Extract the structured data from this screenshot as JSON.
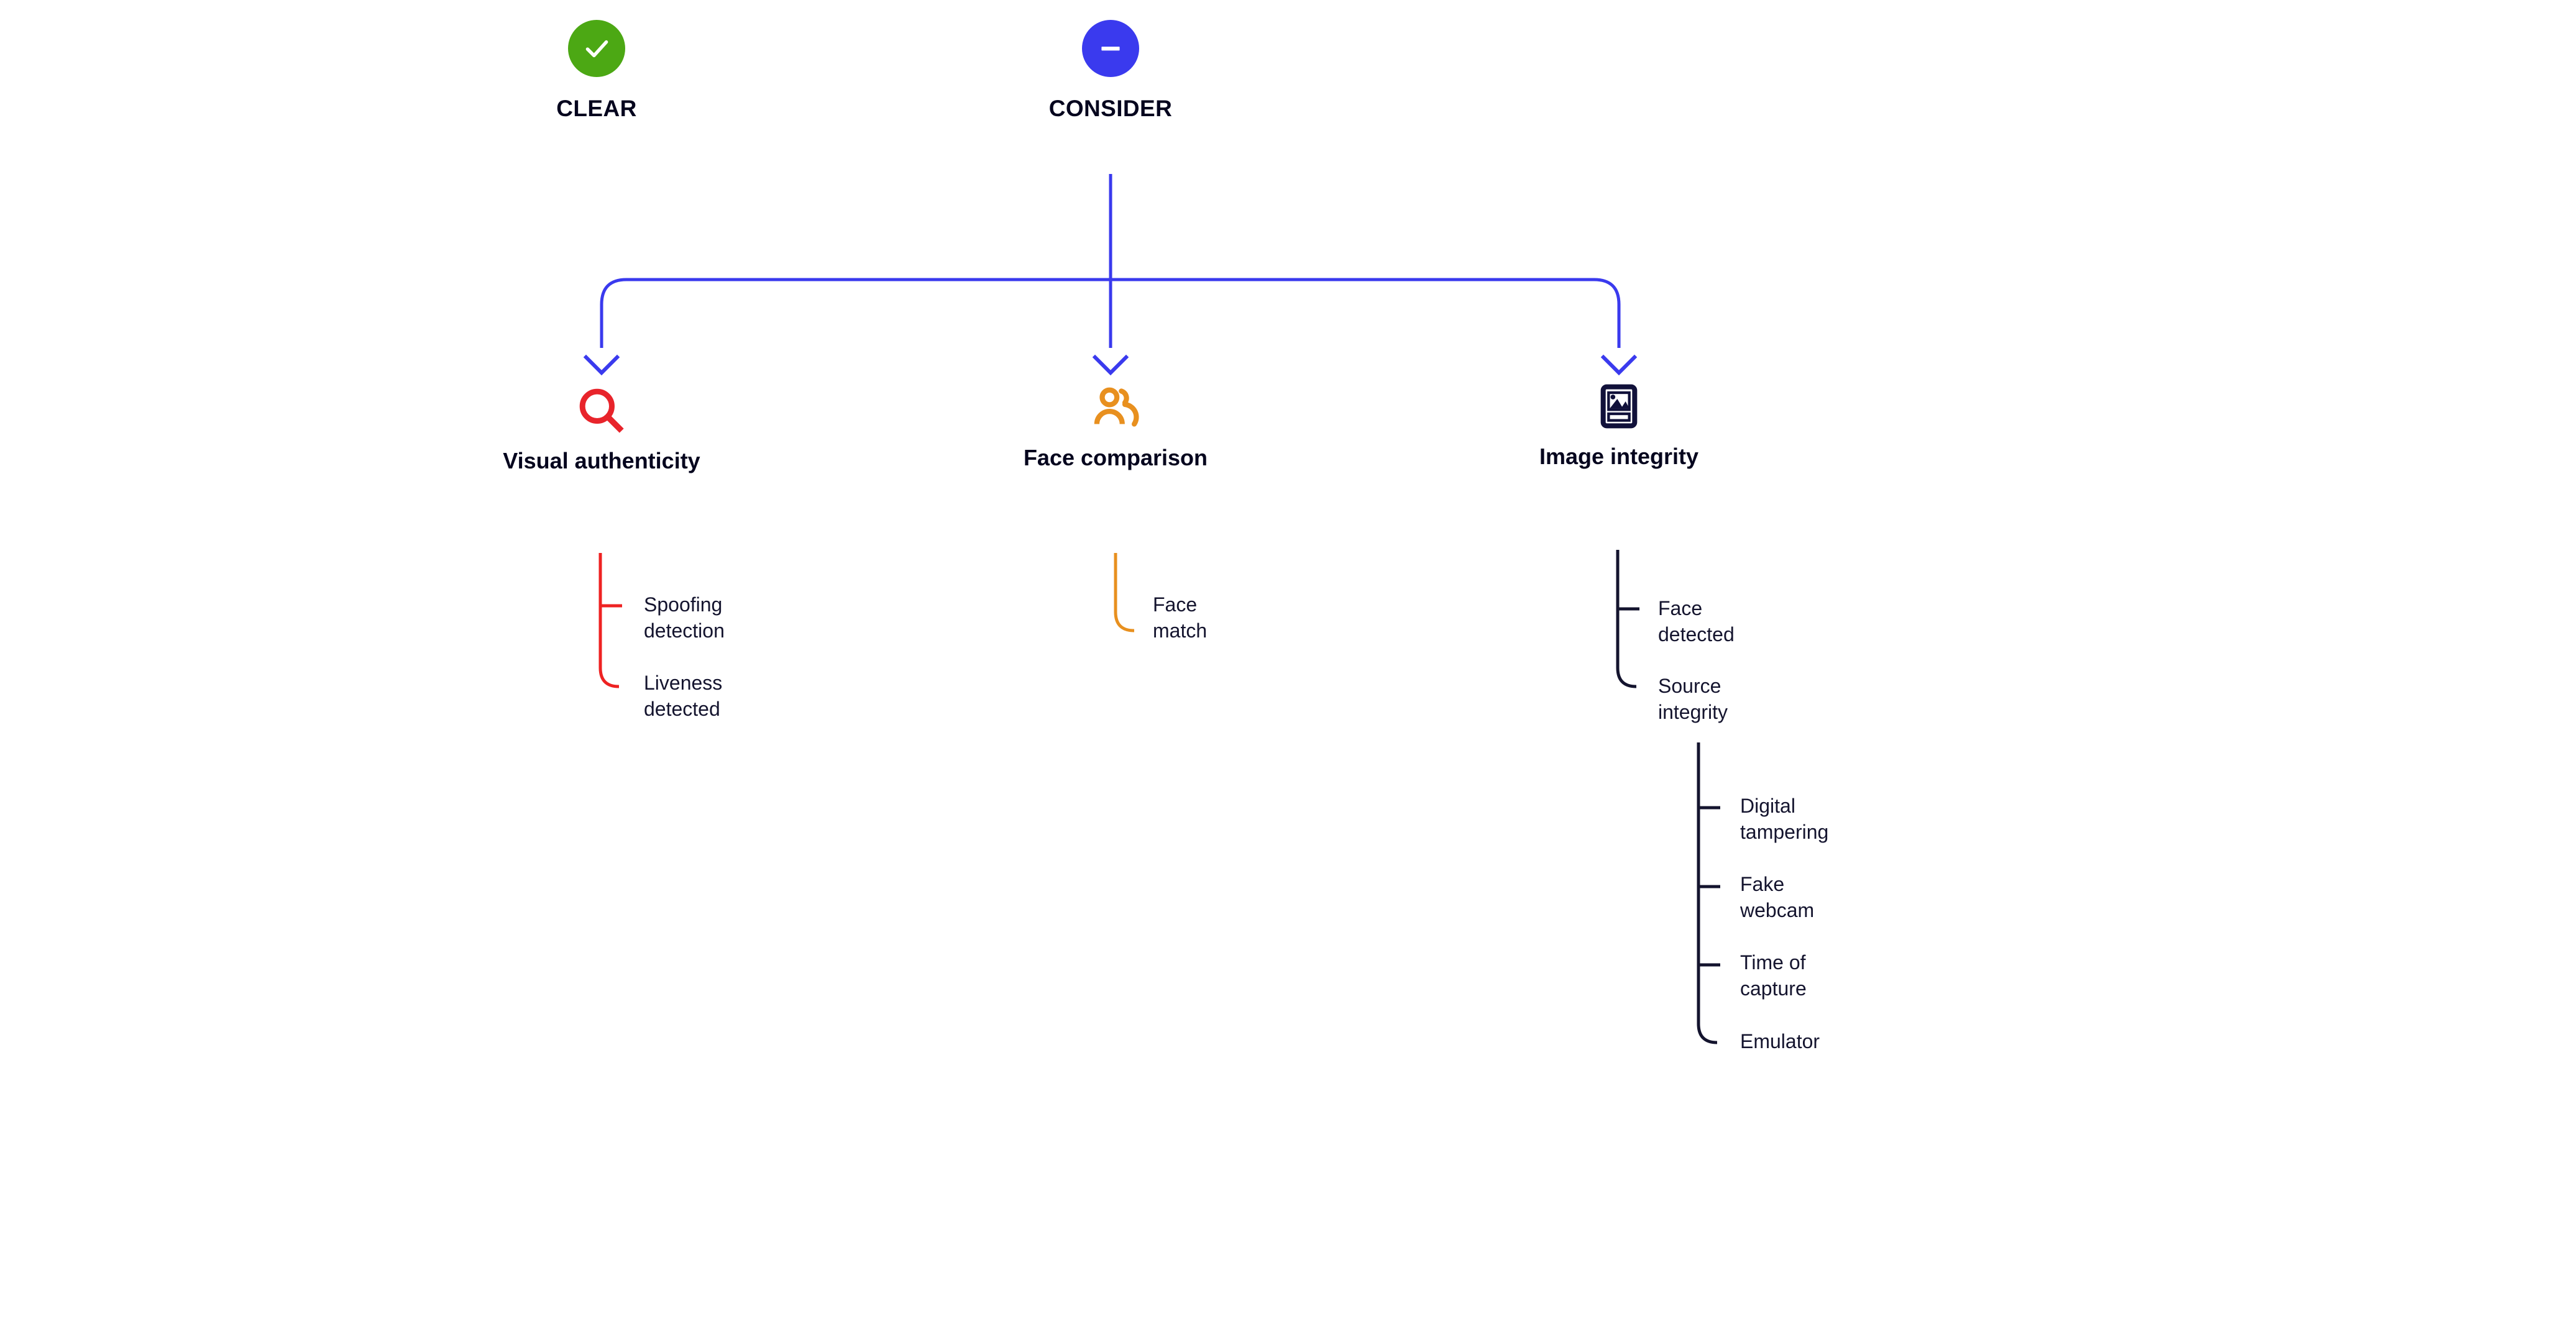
{
  "legend": {
    "items": [
      {
        "label": "CLEAR",
        "icon": "check-circle-icon",
        "color": "#4CA814",
        "glyph": "check"
      },
      {
        "label": "CONSIDER",
        "icon": "minus-circle-icon",
        "color": "#3A3AEE",
        "glyph": "minus"
      }
    ]
  },
  "diagram": {
    "root_status": "CONSIDER",
    "branch_color": "#3A3AEE",
    "nodes": [
      {
        "title": "Visual\nauthenticity",
        "icon": "magnifier-icon",
        "color": "#E8242B",
        "children": [
          {
            "label": "Spoofing\ndetection"
          },
          {
            "label": "Liveness\ndetected"
          }
        ]
      },
      {
        "title": "Face\ncomparison",
        "icon": "two-people-icon",
        "color": "#E8901F",
        "children": [
          {
            "label": "Face\nmatch"
          }
        ]
      },
      {
        "title": "Image\nintegrity",
        "icon": "image-card-icon",
        "color": "#11113A",
        "children": [
          {
            "label": "Face\ndetected"
          },
          {
            "label": "Source\nintegrity",
            "children": [
              {
                "label": "Digital\ntampering"
              },
              {
                "label": "Fake\nwebcam"
              },
              {
                "label": "Time of\ncapture"
              },
              {
                "label": "Emulator"
              }
            ]
          }
        ]
      }
    ]
  }
}
